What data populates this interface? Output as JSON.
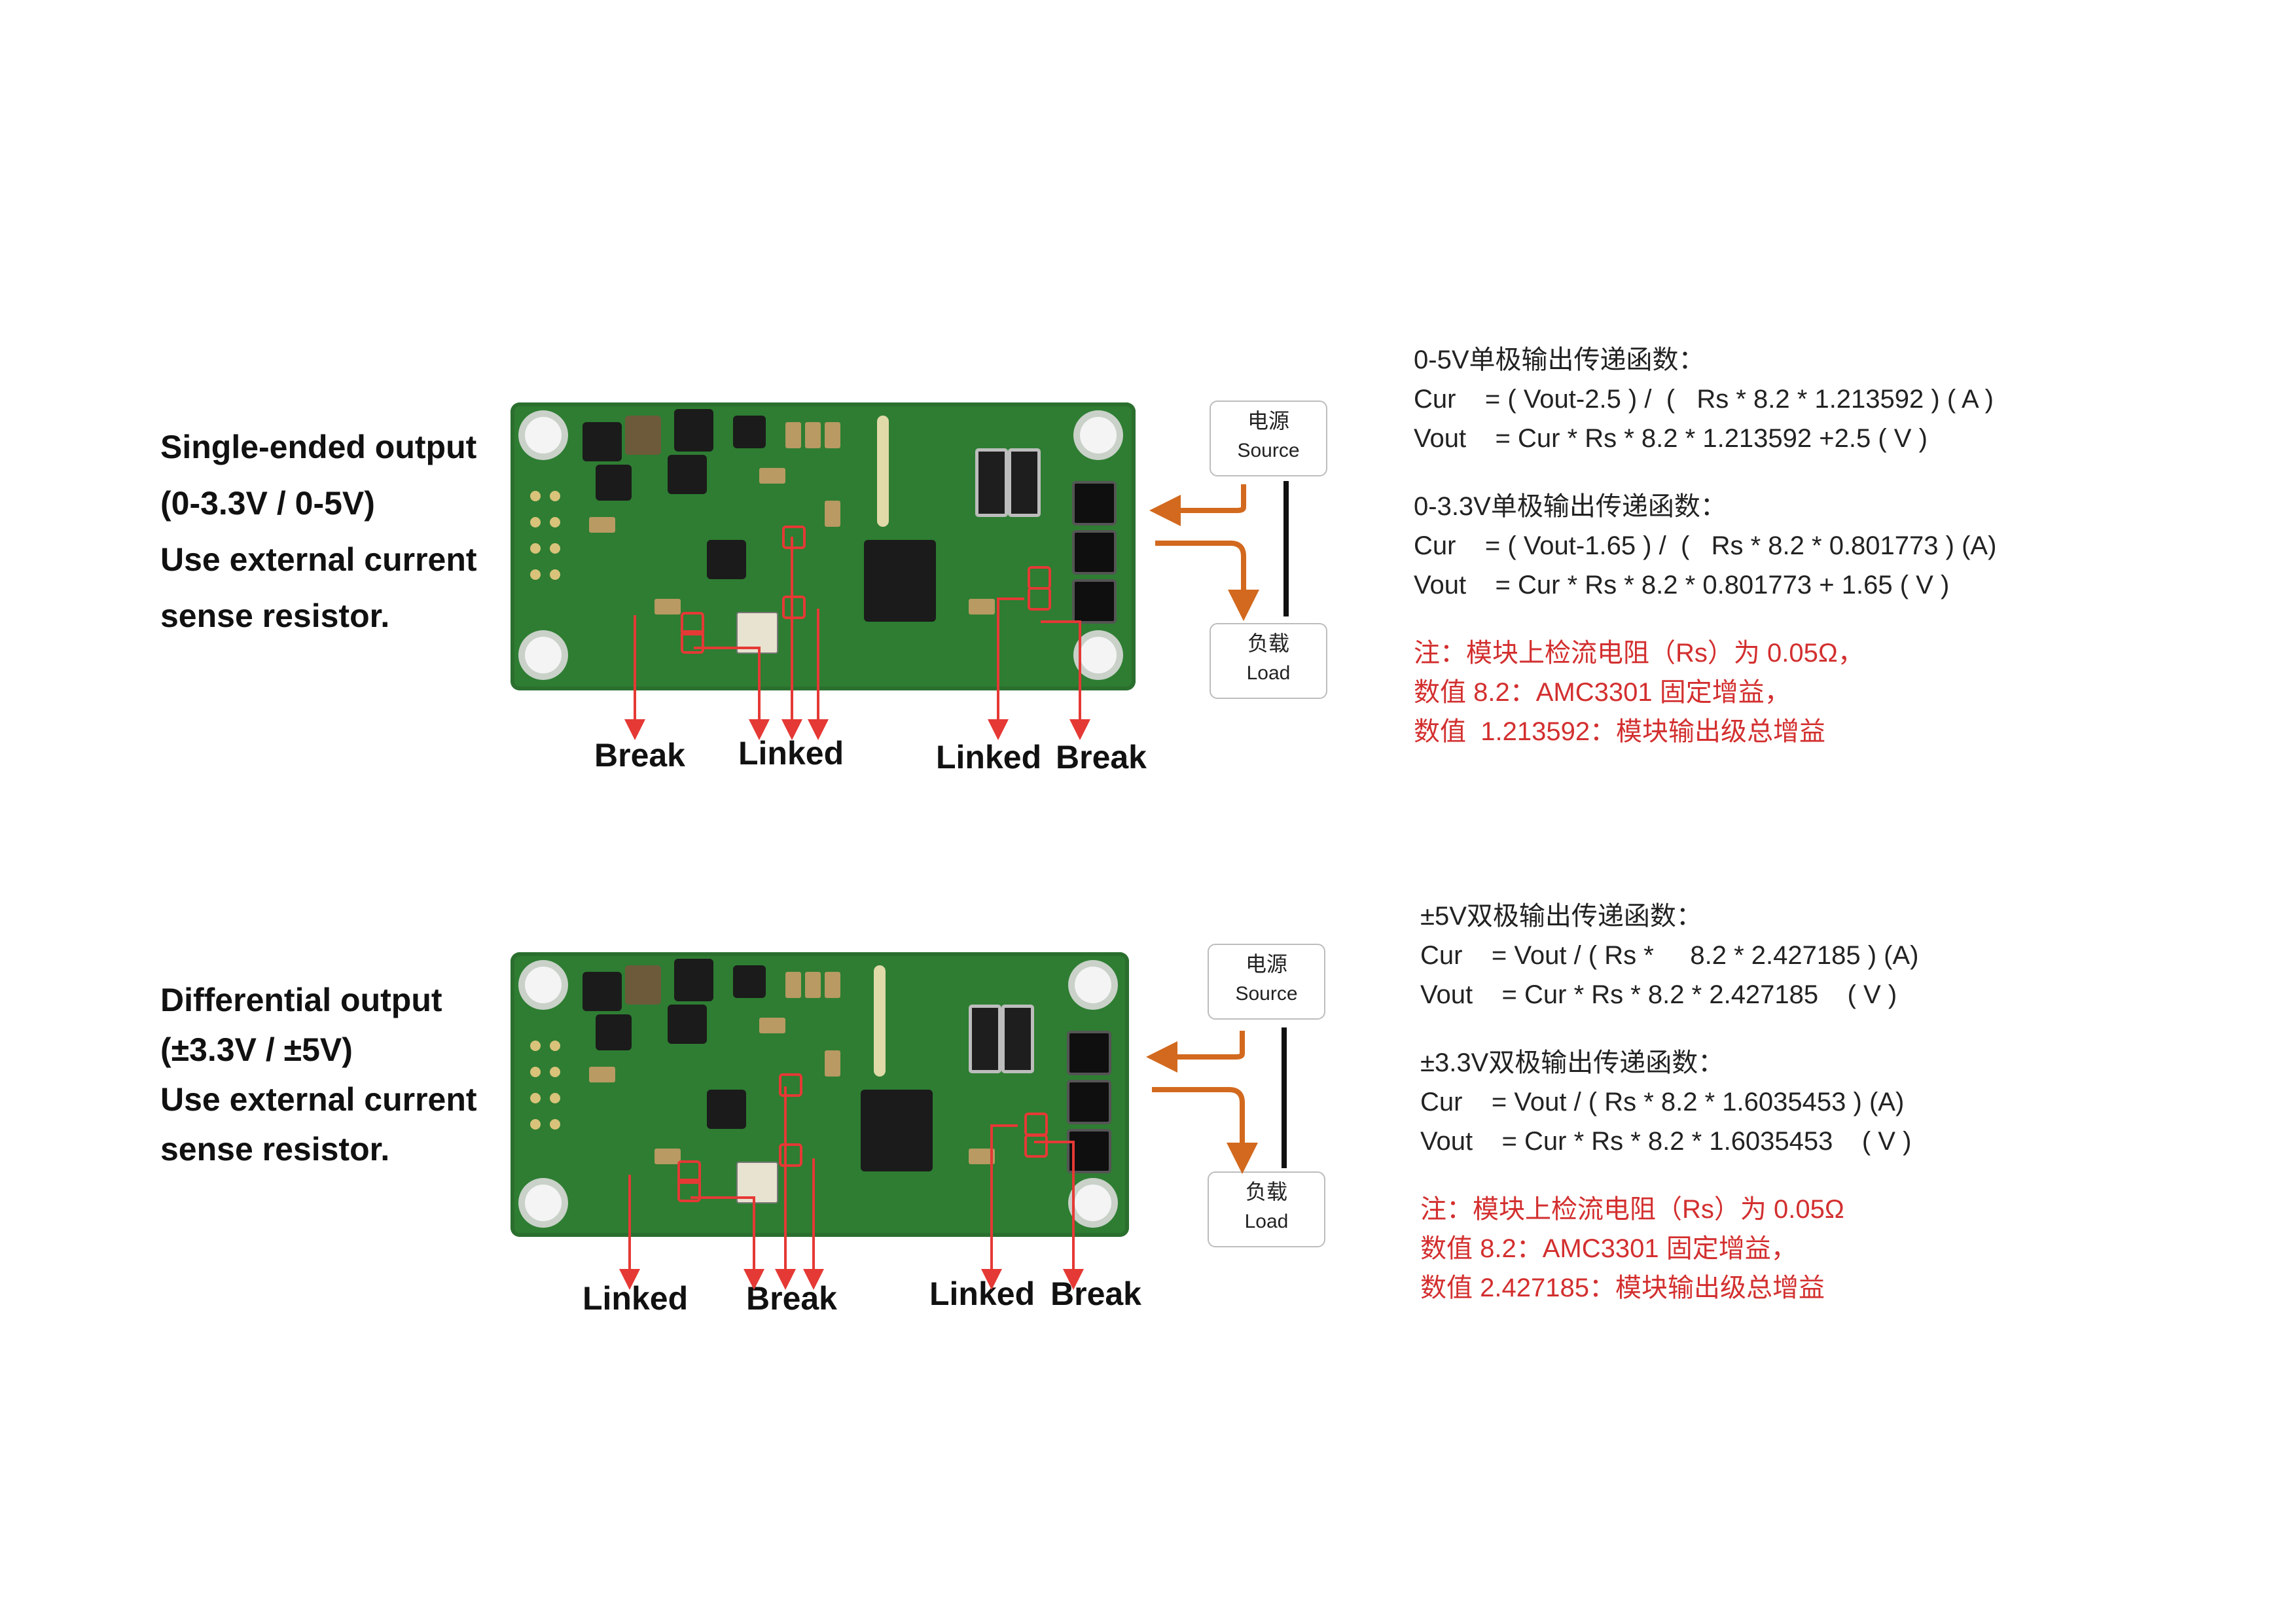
{
  "colors": {
    "pcb": "#2e7d32",
    "arrow_red": "#e53935",
    "arrow_orange": "#d2691e",
    "note_red": "#d32f2f"
  },
  "top": {
    "desc": [
      "Single-ended output",
      "(0-3.3V / 0-5V)",
      "Use external current",
      "sense resistor."
    ],
    "labels": {
      "a": "Break",
      "b": "Linked",
      "c": "Linked",
      "d": "Break"
    },
    "source": {
      "cn": "电源",
      "en": "Source"
    },
    "load": {
      "cn": "负载",
      "en": "Load"
    },
    "formulas": [
      {
        "text": "0-5V单极输出传递函数：",
        "red": false
      },
      {
        "text": "Cur    = ( Vout-2.5 ) /  (   Rs * 8.2 * 1.213592 ) ( A )",
        "red": false
      },
      {
        "text": "Vout    = Cur * Rs * 8.2 * 1.213592 +2.5 ( V )",
        "red": false
      },
      {
        "gap": true
      },
      {
        "text": "0-3.3V单极输出传递函数：",
        "red": false
      },
      {
        "text": "Cur    = ( Vout-1.65 ) /  (   Rs * 8.2 * 0.801773 ) (A)",
        "red": false
      },
      {
        "text": "Vout    = Cur * Rs * 8.2 * 0.801773 + 1.65 ( V )",
        "red": false
      },
      {
        "gap": true
      },
      {
        "text": "注：模块上检流电阻（Rs）为 0.05Ω，",
        "red": true
      },
      {
        "text": "数值 8.2：AMC3301 固定增益，",
        "red": true
      },
      {
        "text": "数值  1.213592：模块输出级总增益",
        "red": true
      }
    ]
  },
  "bottom": {
    "desc": [
      "Differential output",
      "(±3.3V / ±5V)",
      "Use external current",
      "sense resistor."
    ],
    "labels": {
      "a": "Linked",
      "b": "Break",
      "c": "Linked",
      "d": "Break"
    },
    "source": {
      "cn": "电源",
      "en": "Source"
    },
    "load": {
      "cn": "负载",
      "en": "Load"
    },
    "formulas": [
      {
        "text": "±5V双极输出传递函数：",
        "red": false
      },
      {
        "text": "Cur    = Vout / ( Rs *     8.2 * 2.427185 ) (A)",
        "red": false
      },
      {
        "text": "Vout    = Cur * Rs * 8.2 * 2.427185    ( V )",
        "red": false
      },
      {
        "gap": true
      },
      {
        "text": "±3.3V双极输出传递函数：",
        "red": false
      },
      {
        "text": "Cur    = Vout / ( Rs * 8.2 * 1.6035453 ) (A)",
        "red": false
      },
      {
        "text": "Vout    = Cur * Rs * 8.2 * 1.6035453    ( V )",
        "red": false
      },
      {
        "gap": true
      },
      {
        "text": "注：模块上检流电阻（Rs）为 0.05Ω",
        "red": true
      },
      {
        "text": "数值 8.2：AMC3301 固定增益，",
        "red": true
      },
      {
        "text": "数值 2.427185：模块输出级总增益",
        "red": true
      }
    ]
  }
}
